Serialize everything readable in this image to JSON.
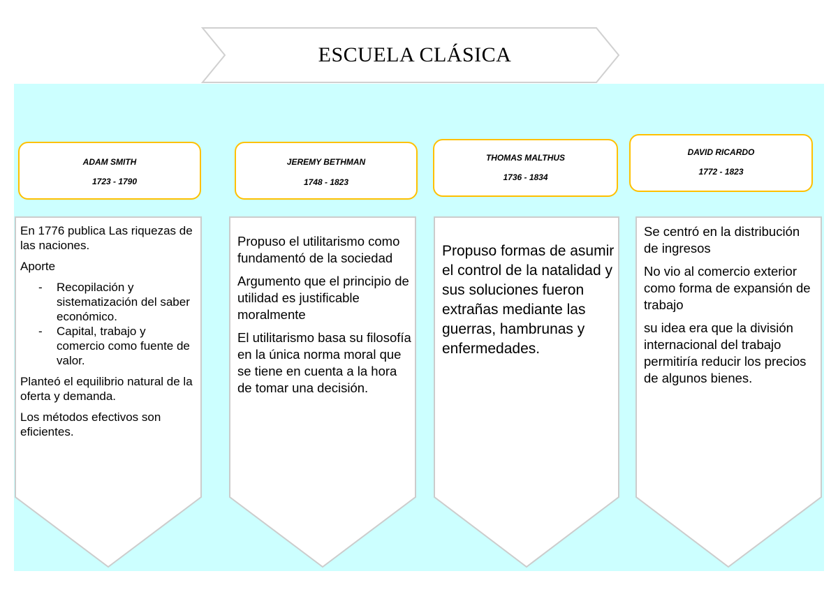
{
  "title": "ESCUELA CLÁSICA",
  "colors": {
    "panel_bg": "#ccffff",
    "card_border": "#ffc000",
    "chevron_border": "#cccccc",
    "banner_border": "#d0d0d0"
  },
  "columns": [
    {
      "name": "ADAM SMITH",
      "years": "1723 - 1790",
      "paragraphs": [
        "En 1776 publica Las riquezas de las naciones.",
        "Aporte"
      ],
      "bullets": [
        "Recopilación y sistematización del saber económico.",
        "Capital, trabajo y comercio como fuente de valor."
      ],
      "after_bullets": [
        "Planteó el equilibrio natural de la oferta y demanda.",
        "Los métodos efectivos son eficientes."
      ]
    },
    {
      "name": "JEREMY BETHMAN",
      "years": "1748 - 1823",
      "paragraphs": [
        "Propuso el utilitarismo como fundamentó de la sociedad",
        "Argumento que el principio de utilidad es justificable moralmente",
        "El utilitarismo basa su filosofía en la única norma moral que se tiene en cuenta a la hora de tomar una decisión."
      ]
    },
    {
      "name": "THOMAS MALTHUS",
      "years": "1736 - 1834",
      "paragraphs": [
        "Propuso formas de asumir el control de la natalidad y sus soluciones fueron extrañas mediante las guerras, hambrunas y enfermedades."
      ]
    },
    {
      "name": "DAVID RICARDO",
      "years": "1772 - 1823",
      "paragraphs": [
        "Se centró en la distribución de ingresos",
        "No vio al comercio exterior como forma de expansión de trabajo",
        "su idea era que la división internacional del trabajo permitiría reducir los precios de algunos bienes."
      ]
    }
  ],
  "bullet_marker": "-"
}
